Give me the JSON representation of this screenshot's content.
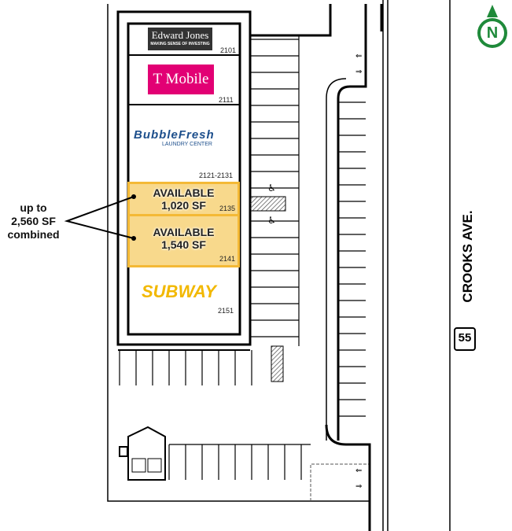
{
  "tenants": [
    {
      "name": "Edward Jones",
      "tagline": "MAKING SENSE OF INVESTING",
      "unit": "2101"
    },
    {
      "name": "T Mobile",
      "unit": "2111"
    },
    {
      "name": "BubbleFresh",
      "tagline": "LAUNDRY CENTER",
      "unit": "2121-2131"
    },
    {
      "name": "SUBWAY",
      "unit": "2151"
    }
  ],
  "available": [
    {
      "label": "AVAILABLE",
      "size": "1,020 SF",
      "unit": "2135"
    },
    {
      "label": "AVAILABLE",
      "size": "1,540 SF",
      "unit": "2141"
    }
  ],
  "callout": {
    "line1": "up to",
    "line2": "2,560 SF",
    "line3": "combined"
  },
  "street": "CROOKS AVE.",
  "route_shield": "55",
  "north_label": "N",
  "colors": {
    "available_fill": "#f8d98c",
    "available_border": "#f4b936",
    "tmobile": "#e20074",
    "compass": "#1f8a3a"
  }
}
